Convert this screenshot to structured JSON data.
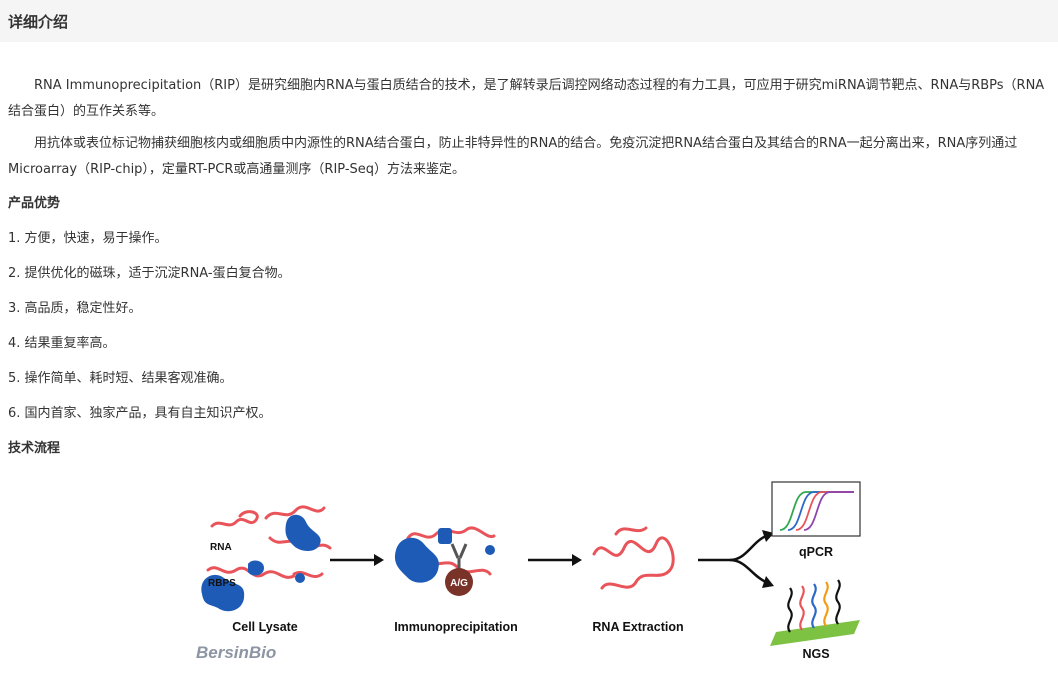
{
  "header": {
    "title": "详细介绍"
  },
  "intro": {
    "para1": "RNA Immunoprecipitation（RIP）是研究细胞内RNA与蛋白质结合的技术，是了解转录后调控网络动态过程的有力工具，可应用于研究miRNA调节靶点、RNA与RBPs（RNA结合蛋白）的互作关系等。",
    "para2": "用抗体或表位标记物捕获细胞核内或细胞质中内源性的RNA结合蛋白，防止非特异性的RNA的结合。免疫沉淀把RNA结合蛋白及其结合的RNA一起分离出来，RNA序列通过Microarray（RIP-chip），定量RT-PCR或高通量测序（RIP-Seq）方法来鉴定。"
  },
  "advantages": {
    "title": "产品优势",
    "items": [
      "1. 方便，快速，易于操作。",
      "2. 提供优化的磁珠，适于沉淀RNA-蛋白复合物。",
      "3. 高品质，稳定性好。",
      "4. 结果重复率高。",
      "5. 操作简单、耗时短、结果客观准确。",
      "6. 国内首家、独家产品，具有自主知识产权。"
    ]
  },
  "workflow": {
    "title": "技术流程",
    "diagram": {
      "rna_label": "RNA",
      "rbps_label": "RBPS",
      "bead_label": "A/G",
      "steps": [
        "Cell Lysate",
        "Immunoprecipitation",
        "RNA Extraction"
      ],
      "outputs": [
        "qPCR",
        "NGS"
      ],
      "brand": "BersinBio",
      "colors": {
        "rna": "#e9545a",
        "protein": "#1d5bb6",
        "bead": "#7a3328",
        "antibody": "#555555",
        "ngs_plate": "#7dc243"
      }
    }
  }
}
